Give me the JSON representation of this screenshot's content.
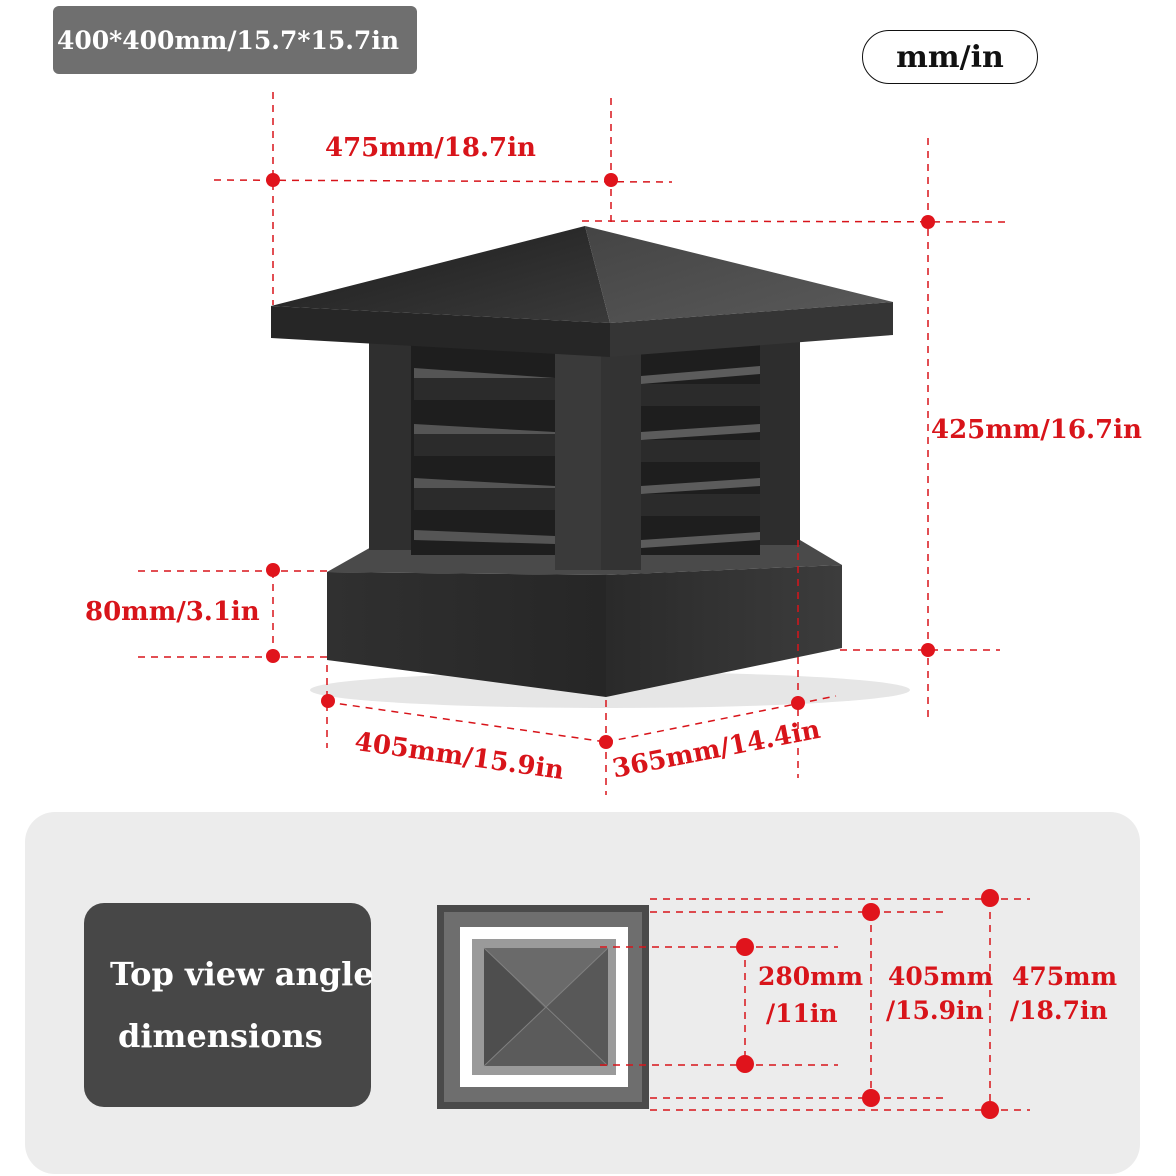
{
  "header": {
    "size_badge": "400*400mm/15.7*15.7in",
    "units_pill": "mm/in"
  },
  "dimensions": {
    "top_width": "475mm/18.7in",
    "height": "425mm/16.7in",
    "base_height": "80mm/3.1in",
    "base_left": "405mm/15.9in",
    "base_right": "365mm/14.4in"
  },
  "top_view": {
    "label_line1": "Top view angle",
    "label_line2": "dimensions",
    "inner_mm": "280mm",
    "inner_in": "/11in",
    "middle_mm": "405mm",
    "middle_in": "/15.9in",
    "outer_mm": "475mm",
    "outer_in": "/18.7in"
  },
  "colors": {
    "dimension_red": "#d8141a",
    "product_black": "#2a2a2a",
    "badge_gray": "#6f6f6f",
    "panel_gray": "#ececec"
  }
}
